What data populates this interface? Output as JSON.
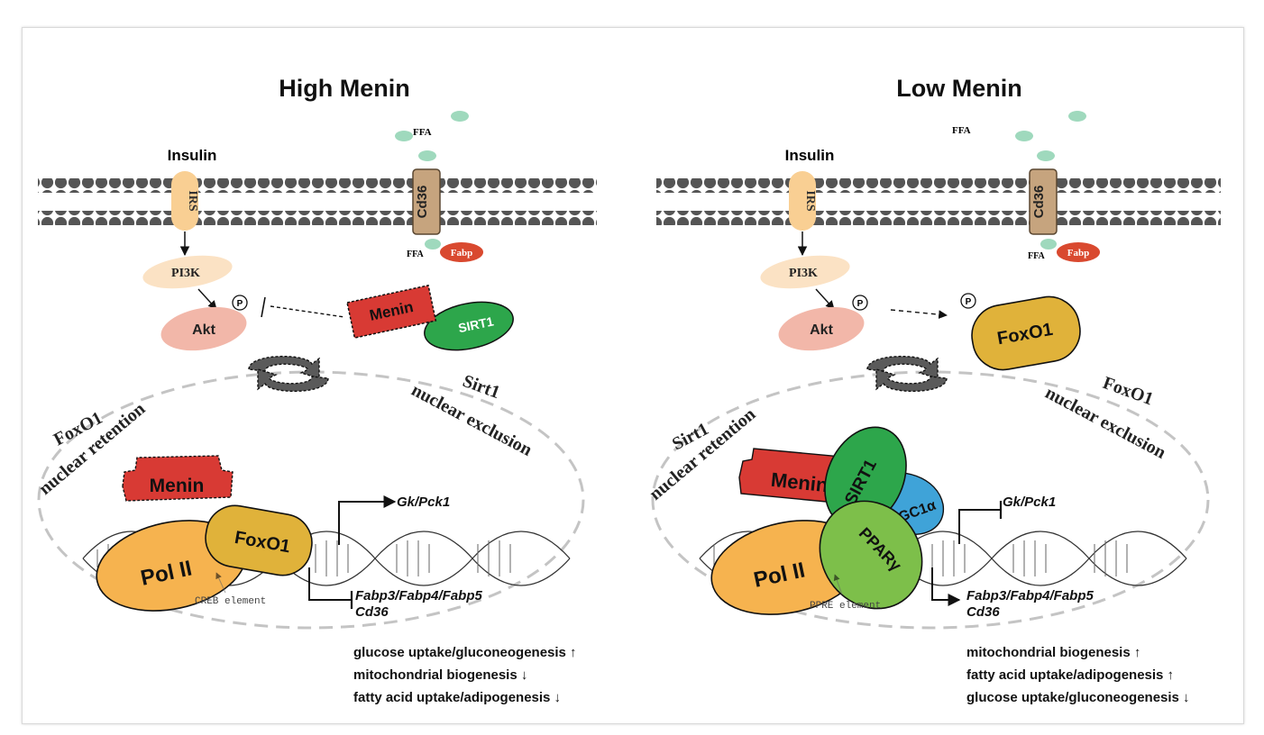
{
  "panels": [
    {
      "title": "High Menin",
      "insulin": "Insulin",
      "ffa_top": "FFA",
      "ffa_bottom": "FFA",
      "receptor": "IRS",
      "transporter": "Cd36",
      "fabp": "Fabp",
      "pi3k": "PI3K",
      "akt": "Akt",
      "phospho": "P",
      "cyto_complex": [
        "Menin",
        "SIRT1"
      ],
      "left_arc_line1": "FoxO1",
      "left_arc_line2": "nuclear retention",
      "right_arc_line1": "Sirt1",
      "right_arc_line2": "nuclear exclusion",
      "nuclear_complex": [
        "Menin",
        "Pol II",
        "FoxO1"
      ],
      "element": "CREB element",
      "gene_upper": "Gk/Pck1",
      "gene_lower_1": "Fabp3/Fabp4/Fabp5",
      "gene_lower_2": "Cd36",
      "effects": [
        "glucose uptake/gluconeogenesis ↑",
        "mitochondrial biogenesis ↓",
        "fatty acid uptake/adipogenesis ↓"
      ]
    },
    {
      "title": "Low Menin",
      "insulin": "Insulin",
      "ffa_top": "FFA",
      "ffa_bottom": "FFA",
      "receptor": "IRS",
      "transporter": "Cd36",
      "fabp": "Fabp",
      "pi3k": "PI3K",
      "akt": "Akt",
      "phospho": "P",
      "cyto_protein": "FoxO1",
      "left_arc_line1": "Sirt1",
      "left_arc_line2": "nuclear retention",
      "right_arc_line1": "FoxO1",
      "right_arc_line2": "nuclear exclusion",
      "nuclear_complex": [
        "Menin",
        "SIRT1",
        "Pol II",
        "PPARγ",
        "PGC1α"
      ],
      "element": "PPRE element",
      "gene_upper": "Gk/Pck1",
      "gene_lower_1": "Fabp3/Fabp4/Fabp5",
      "gene_lower_2": "Cd36",
      "effects": [
        "mitochondrial biogenesis ↑",
        "fatty acid uptake/adipogenesis ↑",
        "glucose uptake/gluconeogenesis ↓"
      ]
    }
  ]
}
